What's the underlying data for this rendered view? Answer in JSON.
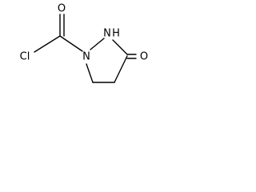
{
  "molecule": {
    "atoms": {
      "chlorine": "Cl",
      "carbonyl_oxygen": "O",
      "ring_nitrogen": "N",
      "ring_nh": "N",
      "nh_hydrogen": "H",
      "ketone_oxygen": "O"
    }
  }
}
